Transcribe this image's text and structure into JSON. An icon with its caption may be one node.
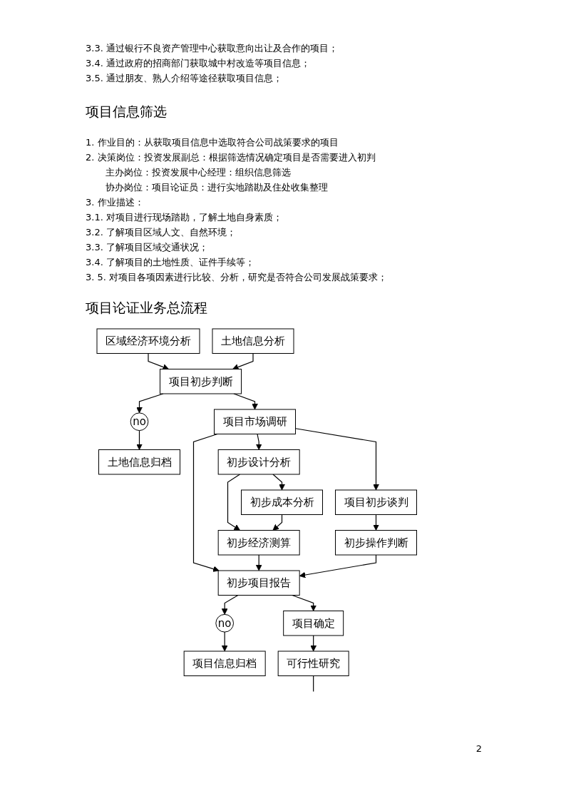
{
  "diagram": {
    "title": "项目论证业务总流程",
    "nodes": [
      {
        "text": [
          "区域经济环境分析"
        ]
      },
      {
        "text": [
          "土地信息分析"
        ]
      },
      {
        "text": [
          "土地信息归档"
        ]
      },
      {
        "text": [
          "no"
        ]
      },
      {
        "text": [
          "项目初步判断"
        ]
      },
      {
        "text": [
          "项目初步谈判"
        ]
      },
      {
        "text": [
          "项目市场调研"
        ]
      },
      {
        "text": [
          "初步设计分析"
        ]
      },
      {
        "text": [
          "初步经济测算"
        ]
      },
      {
        "text": [
          "初步成本分析"
        ]
      },
      {
        "text": [
          "初步操作判断"
        ]
      },
      {
        "text": [
          "初步项目报告"
        ]
      },
      {
        "text": [
          "no"
        ]
      },
      {
        "text": [
          "项目信息归档"
        ]
      },
      {
        "text": [
          "项目确定"
        ]
      },
      {
        "text": [
          "可行性研究"
        ]
      }
    ],
    "edges": [
      {
        "from": 0,
        "to": 4,
        "arrow": "to"
      },
      {
        "from": 1,
        "to": 4,
        "arrow": "to"
      },
      {
        "from": 4,
        "to": 3,
        "arrow": "to"
      },
      {
        "from": 3,
        "to": 2,
        "arrow": "to"
      },
      {
        "from": 4,
        "to": 6,
        "arrow": "to"
      },
      {
        "from": 6,
        "to": 5,
        "arrow": "to"
      },
      {
        "from": 6,
        "to": 7,
        "arrow": "to"
      },
      {
        "from": 5,
        "to": 10,
        "arrow": "to"
      },
      {
        "from": 6,
        "to": 11,
        "arrow": "to"
      },
      {
        "from": 7,
        "to": 8,
        "arrow": "to"
      },
      {
        "from": 9,
        "to": 8,
        "arrow": "to"
      },
      {
        "from": 7,
        "to": 9,
        "arrow": "to"
      },
      {
        "from": 8,
        "to": 11,
        "arrow": "to"
      },
      {
        "from": 10,
        "to": 11,
        "arrow": "to"
      },
      {
        "from": 11,
        "to": 12,
        "arrow": "to"
      },
      {
        "from": 12,
        "to": 13,
        "arrow": "to"
      },
      {
        "from": 11,
        "to": 14,
        "arrow": "to"
      },
      {
        "from": 14,
        "to": 15,
        "arrow": "to"
      },
      {
        "from": 15,
        "to": null,
        "arrow": "none"
      }
    ],
    "labels": [
      "3.3. 通过银行不良资产管理中心获取意向出让及合作的项目；",
      "3.4. 通过政府的招商部门获取城中村改造等项目信息；",
      "3.5. 通过朋友、熟人介绍等途径获取项目信息；",
      "项目信息筛选",
      "1. 作业目的：从获取项目信息中选取符合公司战策要求的项目",
      "2. 决策岗位：投资发展副总：根据筛选情况确定项目是否需要进入初判",
      "主办岗位：投资发展中心经理：组织信息筛选",
      "协办岗位：项目论证员：进行实地踏勘及住处收集整理",
      "3. 作业描述：",
      "3.1. 对项目进行现场踏勘，了解土地自身素质；",
      "3.2. 了解项目区域人文、自然环境；",
      "3.3. 了解项目区域交通状况；",
      "3.4. 了解项目的土地性质、证件手续等；",
      "3. 5. 对项目各项因素进行比较、分析，研究是否符合公司发展战策要求；",
      "2"
    ]
  }
}
